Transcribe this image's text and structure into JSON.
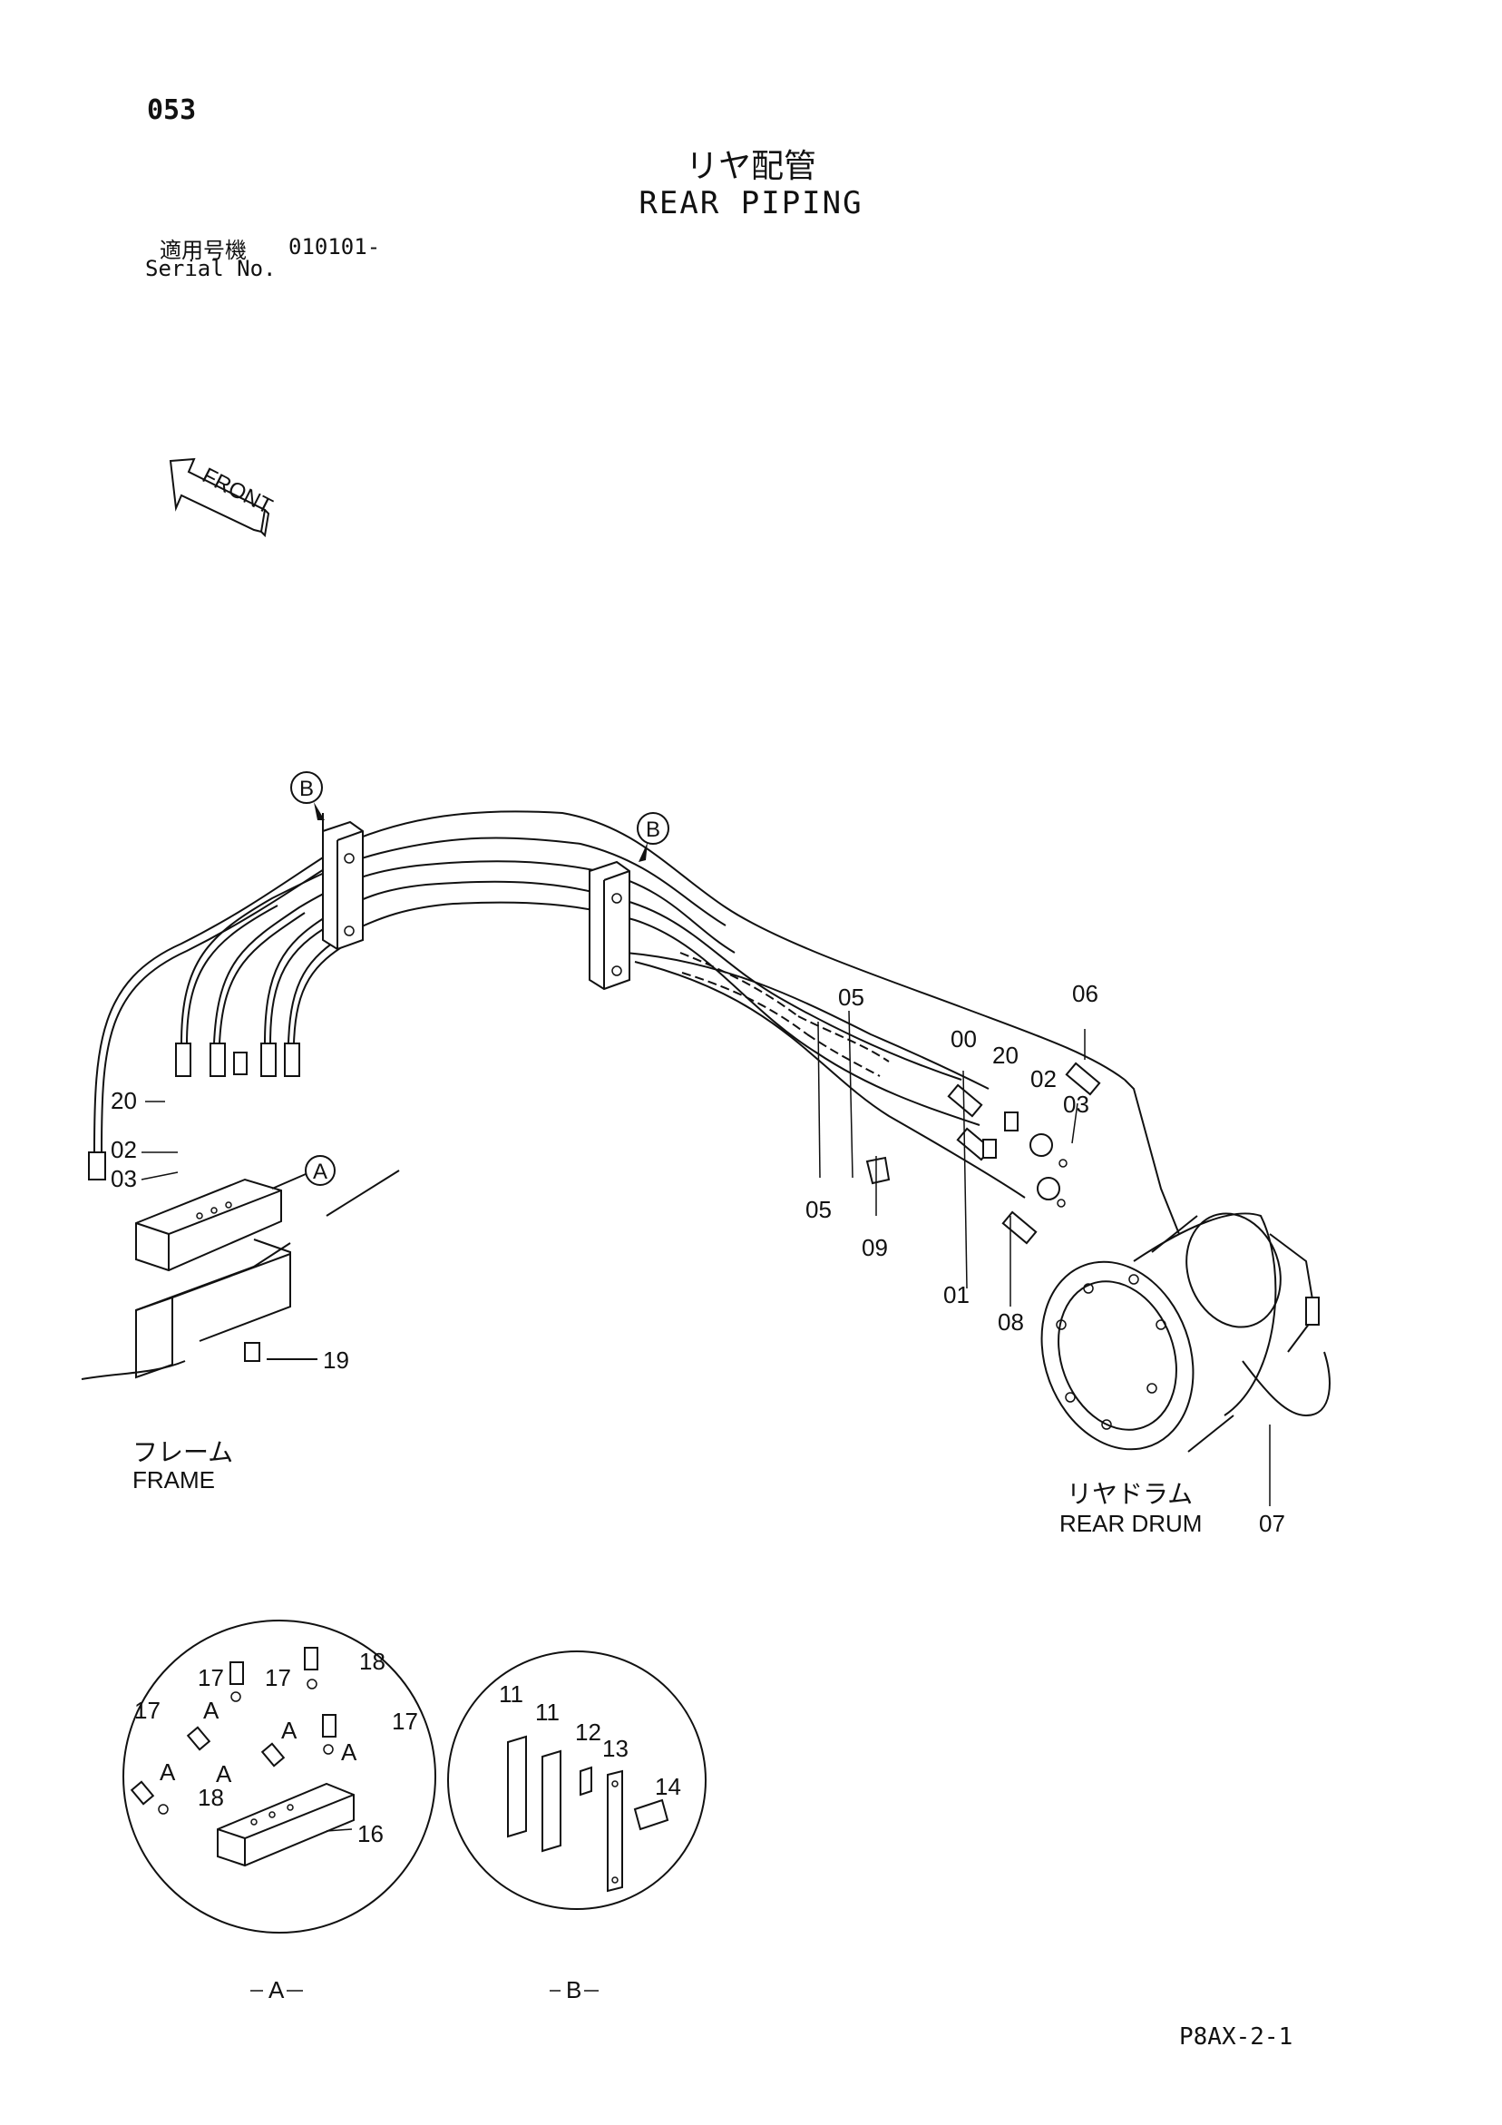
{
  "page_number": "053",
  "title_jp": "リヤ配管",
  "title_en": "REAR PIPING",
  "serial_label_jp": "適用号機",
  "serial_value": "010101-",
  "serial_label_en": "Serial No.",
  "front_label": "FRONT",
  "markers": {
    "A": "A",
    "B": "B"
  },
  "callouts": {
    "p00": "00",
    "p01": "01",
    "p02": "02",
    "p03": "03",
    "p05": "05",
    "p06": "06",
    "p07": "07",
    "p08": "08",
    "p09": "09",
    "p11": "11",
    "p12": "12",
    "p13": "13",
    "p14": "14",
    "p16": "16",
    "p17": "17",
    "p18": "18",
    "p19": "19",
    "p20": "20"
  },
  "frame_jp": "フレーム",
  "frame_en": "FRAME",
  "drum_jp": "リヤドラム",
  "drum_en": "REAR DRUM",
  "detail_A_label": "A",
  "detail_B_label": "B",
  "page_code": "P8AX-2-1"
}
